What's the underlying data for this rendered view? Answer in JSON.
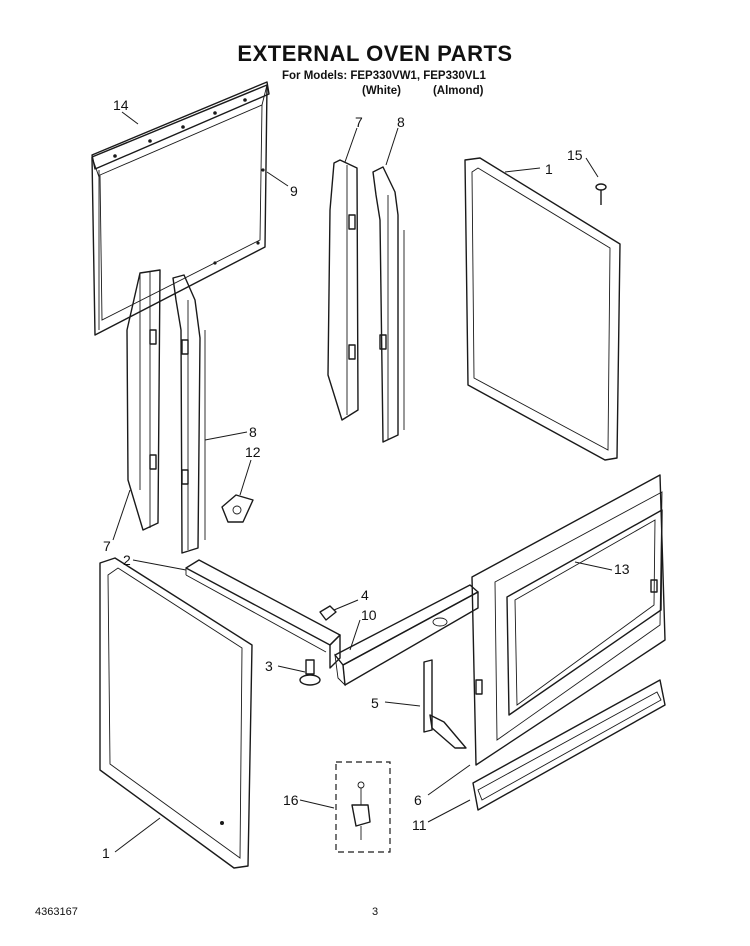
{
  "title": "EXTERNAL OVEN PARTS",
  "models_line": "For Models: FEP330VW1, FEP330VL1",
  "variant_white": "(White)",
  "variant_almond": "(Almond)",
  "callouts": {
    "c1a": "1",
    "c1b": "1",
    "c2": "2",
    "c3": "3",
    "c4": "4",
    "c5": "5",
    "c6": "6",
    "c7a": "7",
    "c7b": "7",
    "c8a": "8",
    "c8b": "8",
    "c9": "9",
    "c10": "10",
    "c11": "11",
    "c12": "12",
    "c13": "13",
    "c14": "14",
    "c15": "15",
    "c16": "16"
  },
  "footer": {
    "doc_number": "4363167",
    "page_number": "3"
  }
}
